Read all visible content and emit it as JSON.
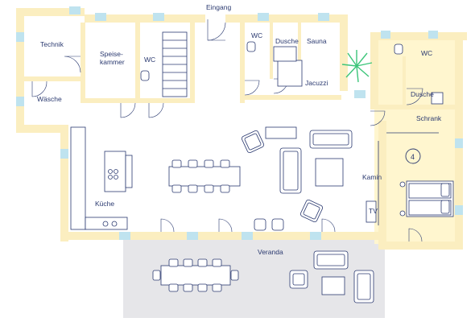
{
  "labels": {
    "eingang": "Eingang",
    "technik": "Technik",
    "speisekammer_1": "Speise-",
    "speisekammer_2": "kammer",
    "wc_left": "WC",
    "waesche": "Wäsche",
    "wc_middle": "WC",
    "dusche_middle": "Dusche",
    "sauna": "Sauna",
    "jacuzzi": "Jacuzzi",
    "wc_right": "WC",
    "dusche_right": "Dusche",
    "schrank": "Schrank",
    "room_number": "4",
    "kamin": "Kamin",
    "tv": "TV",
    "kueche": "Küche",
    "veranda": "Veranda"
  },
  "colors": {
    "wall": "#fbeec0",
    "highlight_room": "#fff6cf",
    "window": "#bfe3ef",
    "veranda": "#e6e6e9",
    "ink": "#2b3a70",
    "plant": "#3cc57a"
  }
}
